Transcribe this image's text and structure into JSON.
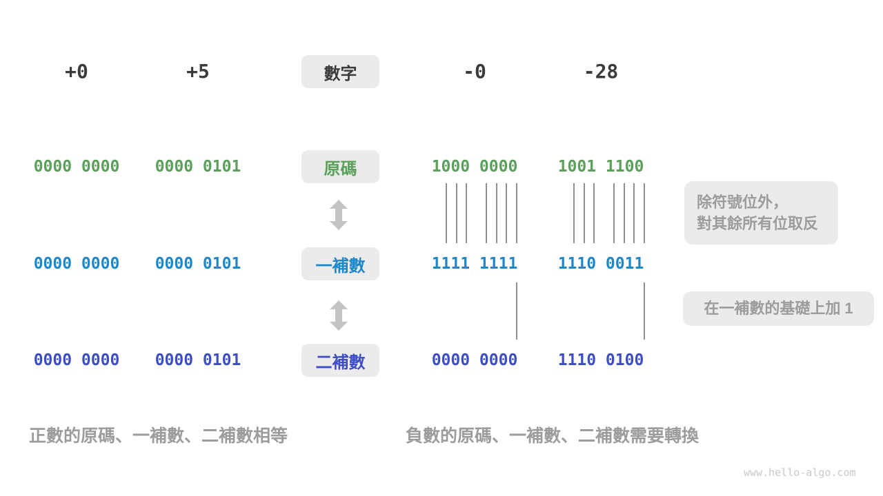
{
  "palette": {
    "green": "#5aa05a",
    "blue": "#1c87c9",
    "indigo": "#3d4ec5",
    "dark": "#3b3b3b",
    "gray_text": "#9c9c9c",
    "box_bg": "#ebebeb",
    "line": "#8f8f8f",
    "arrow": "#c4c4c4",
    "watermark": "#c9c9c9"
  },
  "header": {
    "labels": [
      "+0",
      "+5",
      "-0",
      "-28"
    ],
    "center_label": "數字"
  },
  "rows": [
    {
      "label": "原碼",
      "values": [
        "0000 0000",
        "0000 0101",
        "1000 0000",
        "1001 1100"
      ]
    },
    {
      "label": "一補數",
      "values": [
        "0000 0000",
        "0000 0101",
        "1111 1111",
        "1110 0011"
      ]
    },
    {
      "label": "二補數",
      "values": [
        "0000 0000",
        "0000 0101",
        "0000 0000",
        "1110 0100"
      ]
    }
  ],
  "annotations": {
    "flip_note_line1": "除符號位外，",
    "flip_note_line2": "對其餘所有位取反",
    "add_one_note": "在一補數的基礎上加 1"
  },
  "captions": {
    "positive": "正數的原碼、一補數、二補數相等",
    "negative": "負數的原碼、一補數、二補數需要轉換"
  },
  "watermark": "www.hello-algo.com"
}
